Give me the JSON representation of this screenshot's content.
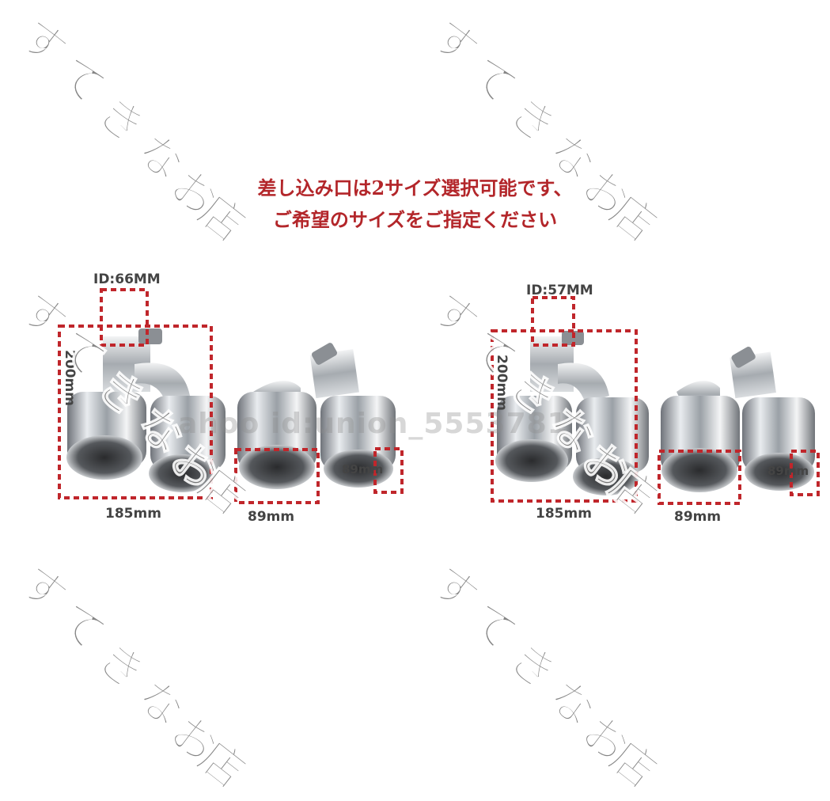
{
  "heading": {
    "line1": "差し込み口は2サイズ選択可能です、",
    "line2": "ご希望のサイズをご指定ください"
  },
  "left_product": {
    "id_label": "ID:66MM",
    "height_label": "200mm",
    "width_label": "185mm",
    "tip_width_label": "89mm",
    "tip_diameter_label": "89mm"
  },
  "right_product": {
    "id_label": "ID:57MM",
    "height_label": "200mm",
    "width_label": "185mm",
    "tip_width_label": "89mm",
    "tip_diameter_label": "89mm"
  },
  "overlay_text": "ahoo id:union_5553781",
  "watermark": {
    "chars": [
      "す",
      "て",
      "き",
      "な",
      "お",
      "店"
    ]
  },
  "colors": {
    "heading": "#b3262a",
    "dimension_box": "#c0262b",
    "watermark": "#7a7a7a"
  }
}
